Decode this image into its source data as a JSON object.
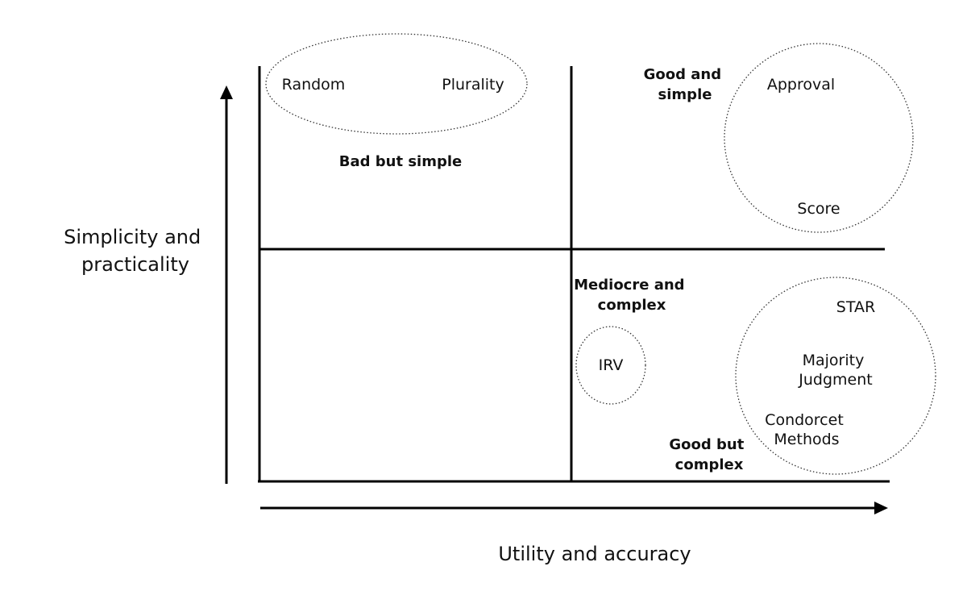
{
  "axes": {
    "y_label_line1": "Simplicity and",
    "y_label_line2": "practicality",
    "x_label": "Utility and accuracy"
  },
  "quadrants": {
    "top_left": "Bad but simple",
    "top_right_line1": "Good and",
    "top_right_line2": "simple",
    "bottom_right_upper_line1": "Mediocre and",
    "bottom_right_upper_line2": "complex",
    "bottom_right_lower_line1": "Good but",
    "bottom_right_lower_line2": "complex"
  },
  "methods": {
    "random": "Random",
    "plurality": "Plurality",
    "approval": "Approval",
    "score": "Score",
    "irv": "IRV",
    "star": "STAR",
    "majority_judgment_line1": "Majority",
    "majority_judgment_line2": "Judgment",
    "condorcet_line1": "Condorcet",
    "condorcet_line2": "Methods"
  }
}
